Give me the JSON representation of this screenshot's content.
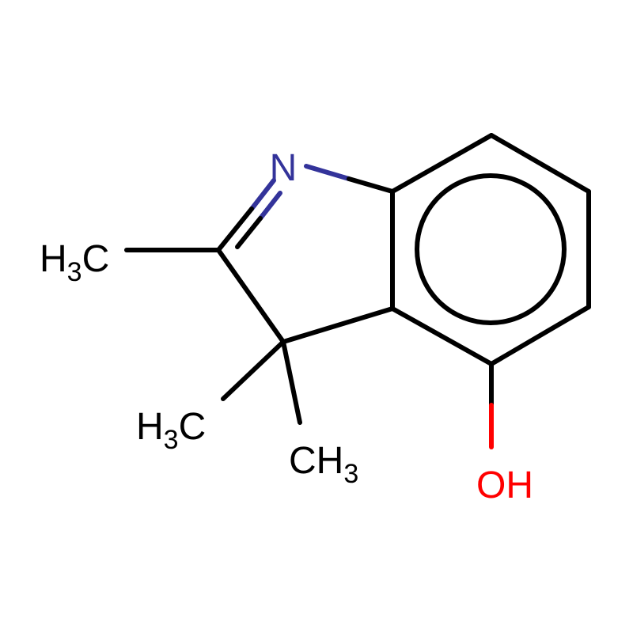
{
  "colors": {
    "carbon": "#000000",
    "nitrogen": "#33339a",
    "oxygen": "#ff0000"
  },
  "atoms": {
    "n": {
      "symbol": "N"
    },
    "oh": {
      "text": "OH"
    },
    "me_left": {
      "main": "H",
      "sub": "3",
      "tail": "C"
    },
    "me_lower_left": {
      "main": "H",
      "sub": "3",
      "tail": "C"
    },
    "me_lower": {
      "main": "CH",
      "sub": "3"
    }
  }
}
